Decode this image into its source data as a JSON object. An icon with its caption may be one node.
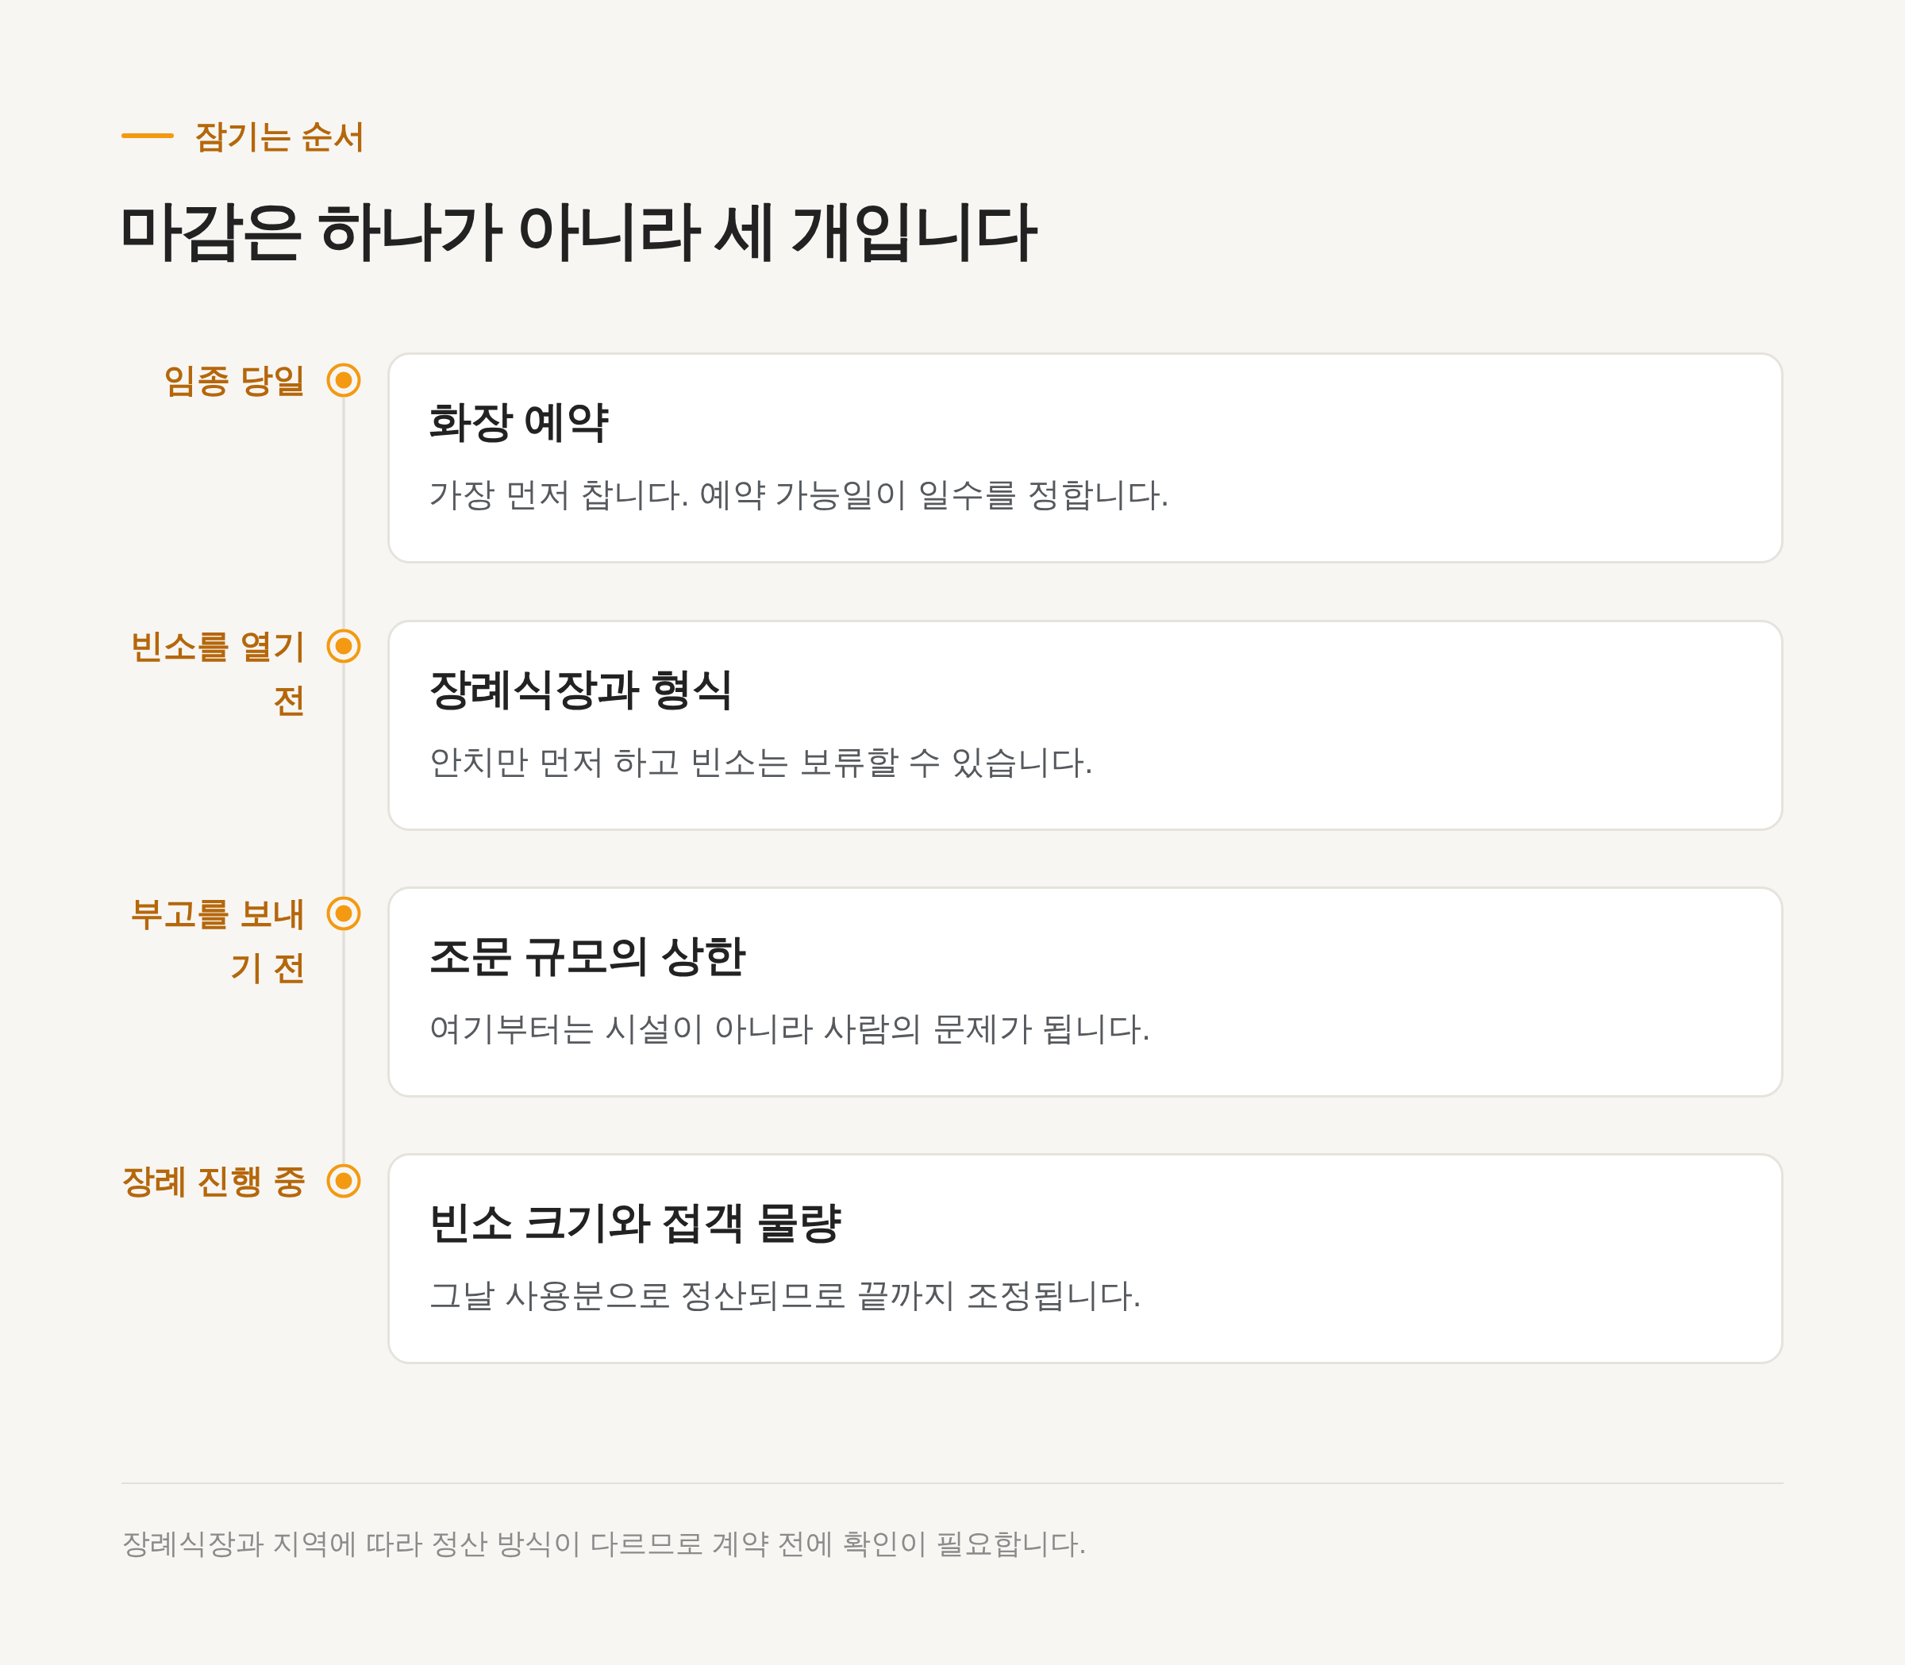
{
  "diagram": {
    "title": "마감은 하나가 아니라 세 개입니다",
    "caption": "장례식장과 지역에 따라 정산 방식이 다르므로 계약 전에 확인이 필요합니다.",
    "nodes": [
      {
        "text": [],
        "shape": "circle",
        "beside": [
          "임종 당일"
        ]
      },
      {
        "text": [
          "화장 예약",
          "가장 먼저 찹니다. 예약 가능일이 일수를 정합니다."
        ]
      },
      {
        "text": [],
        "shape": "circle",
        "beside": [
          "빈소를 열기 전"
        ]
      },
      {
        "text": [
          "장례식장과 형식",
          "안치만 먼저 하고 빈소는 보류할 수 있습니다."
        ]
      },
      {
        "text": [],
        "shape": "circle",
        "beside": [
          "부고를 보내기 전"
        ]
      },
      {
        "text": [
          "조문 규모의 상한",
          "여기부터는 시설이 아니라 사람의 문제가 됩니다."
        ]
      },
      {
        "text": [],
        "shape": "circle",
        "beside": [
          "장례 진행 중"
        ]
      },
      {
        "text": [
          "빈소 크기와 접객 물량",
          "그날 사용분으로 정산되므로 끝까지 조정됩니다."
        ]
      }
    ],
    "edges": [
      {
        "from": 0,
        "to": 2,
        "arrow": "none"
      },
      {
        "from": 2,
        "to": 4,
        "arrow": "none"
      },
      {
        "from": 4,
        "to": 6,
        "arrow": "none"
      }
    ],
    "labels": [
      "잠기는 순서"
    ]
  }
}
